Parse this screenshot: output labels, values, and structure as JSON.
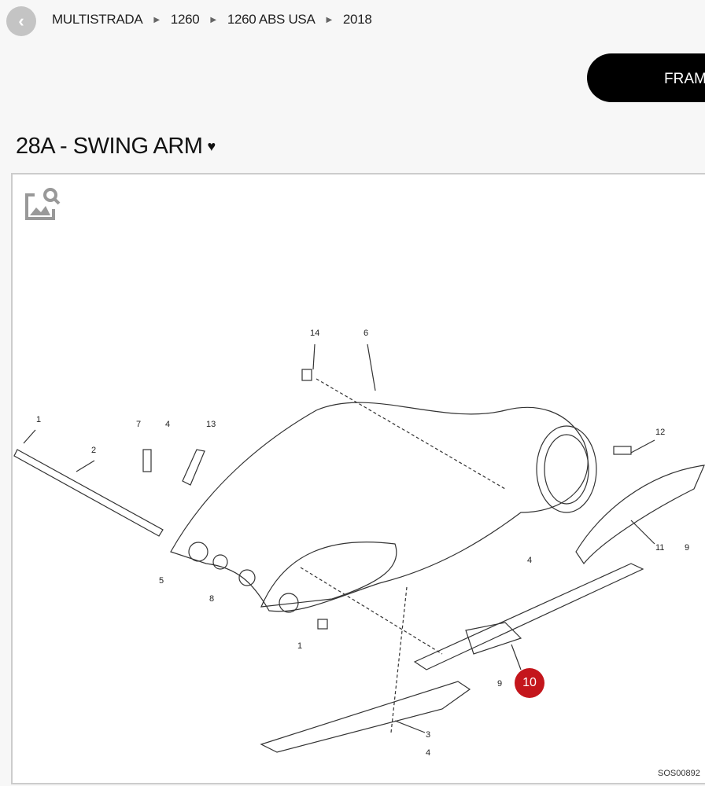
{
  "breadcrumb": [
    "MULTISTRADA",
    "1260",
    "1260 ABS USA",
    "2018"
  ],
  "frame_button": "FRAM",
  "title": "28A - SWING ARM",
  "diagram": {
    "code": "SOS00892",
    "callouts": [
      "14",
      "6",
      "1",
      "2",
      "7",
      "4",
      "13",
      "12",
      "9",
      "11",
      "4",
      "5",
      "8",
      "1",
      "9",
      "3",
      "4"
    ],
    "highlighted": "10",
    "highlight_color": "#c4161c"
  }
}
